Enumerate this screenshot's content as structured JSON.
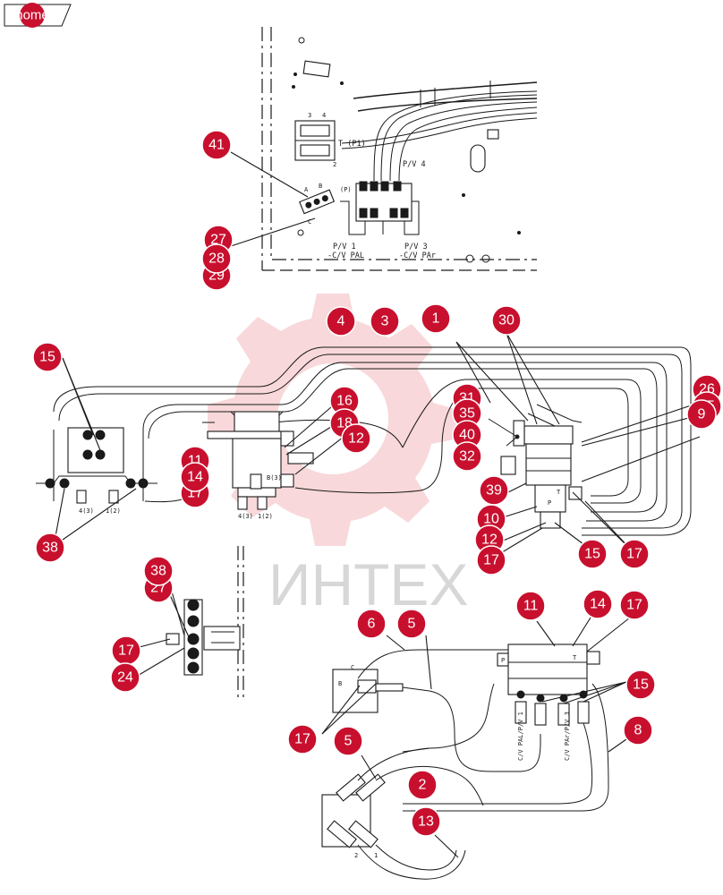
{
  "nav": {
    "home_label": "home"
  },
  "watermark": {
    "text": "ИНТЕХ"
  },
  "callout_color": "#c8102e",
  "diagram_labels": {
    "t_p1": "T (P1)",
    "pv4": "P/V 4",
    "pv1": "P/V 1",
    "cv_pal": "-C/V PAL",
    "pv3": "P/V 3",
    "cv_par": "-C/V PAr",
    "port_a": "A",
    "port_b": "B",
    "port_c": "C",
    "port_p": "P",
    "port_t": "T",
    "n1": "1",
    "n2": "2",
    "n3": "3",
    "n4": "4",
    "n_p": "(P)"
  },
  "callouts": {
    "c41": "41",
    "c27a": "27",
    "c28": "28",
    "c29": "29",
    "c4": "4",
    "c3": "3",
    "c1": "1",
    "c30": "30",
    "c15a": "15",
    "c16": "16",
    "c18": "18",
    "c31": "31",
    "c35": "35",
    "c40": "40",
    "c32": "32",
    "c26": "26",
    "c25": "25",
    "c9": "9",
    "c11a": "11",
    "c14a": "14",
    "c17a": "17",
    "c12a": "12",
    "c39": "39",
    "c10": "10",
    "c12b": "12",
    "c17b": "17",
    "c15b": "15",
    "c17c": "17",
    "c38a": "38",
    "c38b": "38",
    "c27b": "27",
    "c17d": "17",
    "c24": "24",
    "c6": "6",
    "c5a": "5",
    "c11b": "11",
    "c14b": "14",
    "c17e": "17",
    "c15c": "15",
    "c17f": "17",
    "c5b": "5",
    "c2": "2",
    "c8": "8",
    "c13": "13"
  }
}
